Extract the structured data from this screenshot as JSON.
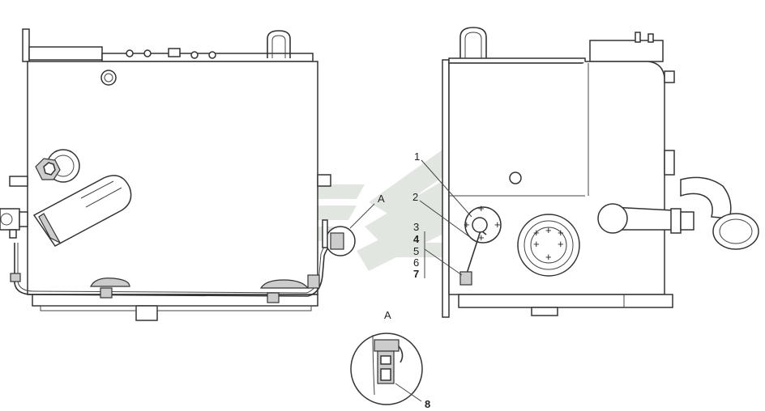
{
  "labels": {
    "view_a_callout": "А",
    "view_a_title": "А",
    "part_1": "1",
    "part_2": "2",
    "part_3": "3",
    "part_4": "4",
    "part_5": "5",
    "part_6": "6",
    "part_7": "7",
    "part_8": "8"
  },
  "colors": {
    "line": "#333333",
    "watermark": "#c9d2c9",
    "background": "#ffffff"
  },
  "icons": {
    "watermark": "company-logo-watermark"
  }
}
